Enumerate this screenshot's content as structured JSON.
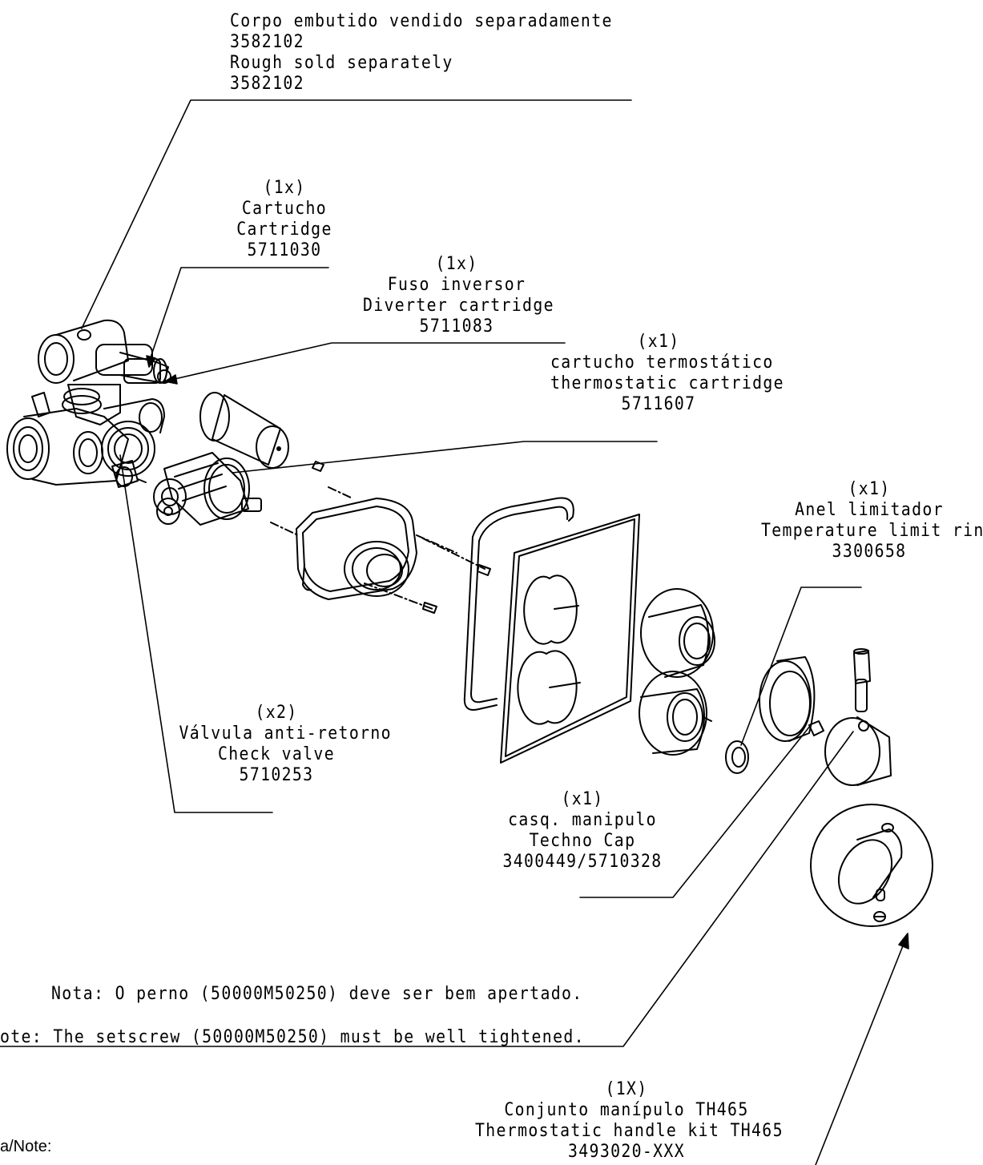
{
  "labels": {
    "rough": {
      "line1": "Corpo embutido vendido separadamente",
      "line2": "3582102",
      "line3": "Rough sold separately",
      "line4": "3582102"
    },
    "cartridge": {
      "qty": "(1x)",
      "pt": "Cartucho",
      "en": "Cartridge",
      "code": "5711030"
    },
    "diverter": {
      "qty": "(1x)",
      "pt": "Fuso inversor",
      "en": "Diverter cartridge",
      "code": "5711083"
    },
    "thermo": {
      "qty": "(x1)",
      "pt": "cartucho termostático",
      "en": "thermostatic cartridge",
      "code": "5711607"
    },
    "limit_ring": {
      "qty": "(x1)",
      "pt": "Anel limitador",
      "en": "Temperature limit ring",
      "code": "3300658"
    },
    "check_valve": {
      "qty": "(x2)",
      "pt": "Válvula anti-retorno",
      "en": "Check valve",
      "code": "5710253"
    },
    "cap": {
      "qty": "(x1)",
      "pt": "casq. manipulo",
      "en": "Techno Cap",
      "code": "3400449/5710328"
    },
    "handle_kit": {
      "qty": "(1X)",
      "pt": "Conjunto manípulo TH465",
      "en": "Thermostatic handle kit TH465",
      "code": "3493020-XXX"
    }
  },
  "notes": {
    "pt": "Nota: O perno (50000M50250) deve ser bem apertado.",
    "en": "ote: The setscrew (50000M50250) must be well tightened.",
    "footer": "a/Note:"
  }
}
